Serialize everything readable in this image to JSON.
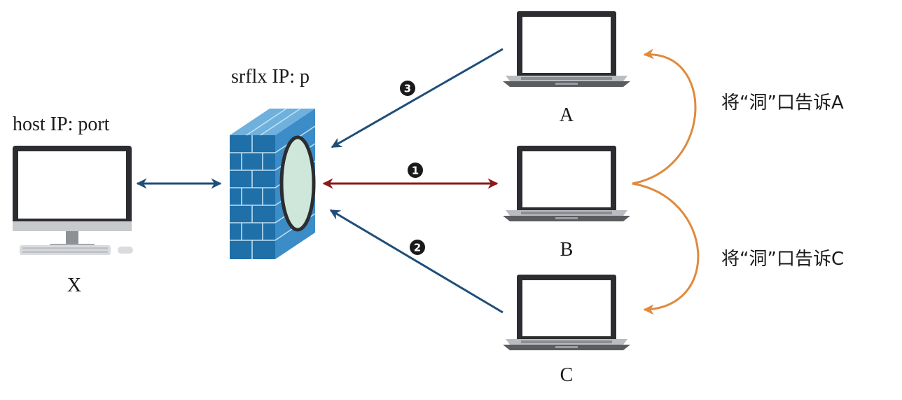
{
  "labels": {
    "host": "host IP: port",
    "srflx": "srflx IP: p",
    "x": "X",
    "a": "A",
    "b": "B",
    "c": "C",
    "tell_a": "将“洞”口告诉A",
    "tell_c": "将“洞”口告诉C"
  },
  "badges": {
    "one": "1",
    "two": "2",
    "three": "3"
  },
  "icons": {
    "desktop": "desktop-computer-icon",
    "firewall": "firewall-nat-icon",
    "laptop": "laptop-icon"
  },
  "colors": {
    "blue_arrow": "#1f4e79",
    "red_arrow": "#8b1a1a",
    "orange_arrow": "#e08a3c",
    "firewall_blue": "#2a7ab0",
    "hole_fill": "#cfe6db"
  }
}
